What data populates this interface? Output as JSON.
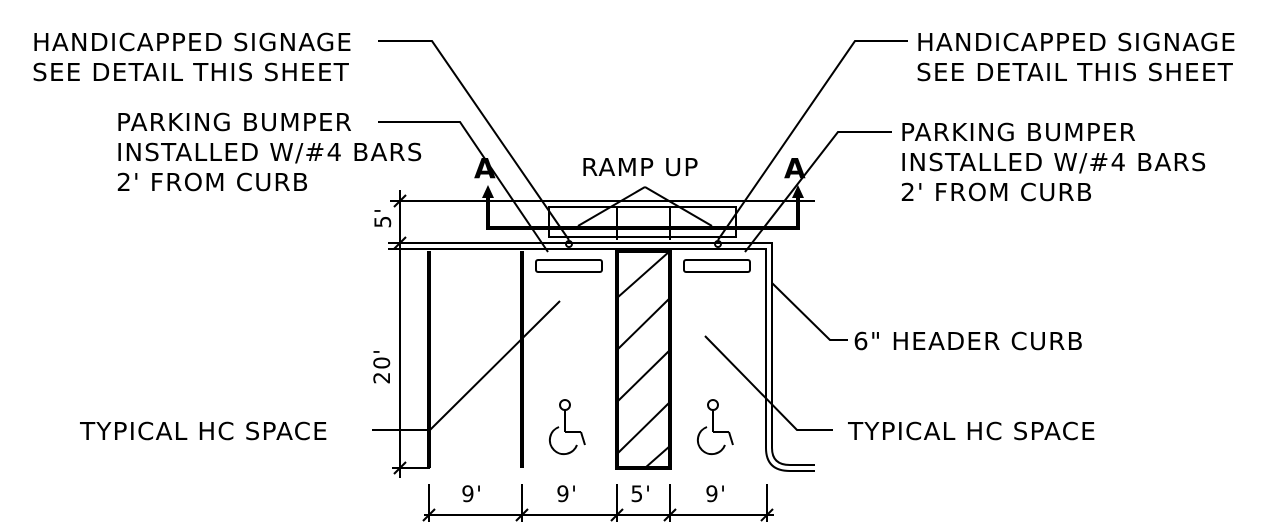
{
  "labels": {
    "signage_left_1": "HANDICAPPED SIGNAGE",
    "signage_left_2": "SEE DETAIL THIS SHEET",
    "signage_right_1": "HANDICAPPED SIGNAGE",
    "signage_right_2": "SEE DETAIL THIS SHEET",
    "bumper_left_1": "PARKING BUMPER",
    "bumper_left_2": "INSTALLED W/#4 BARS",
    "bumper_left_3": "2' FROM CURB",
    "bumper_right_1": "PARKING BUMPER",
    "bumper_right_2": "INSTALLED W/#4 BARS",
    "bumper_right_3": "2' FROM CURB",
    "ramp": "RAMP UP",
    "header_curb": "6\" HEADER CURB",
    "hc_space_left": "TYPICAL HC SPACE",
    "hc_space_right": "TYPICAL HC SPACE",
    "section_left": "A",
    "section_right": "A"
  },
  "dimensions": {
    "width_1": "9'",
    "width_2": "9'",
    "aisle": "5'",
    "width_3": "9'",
    "depth": "20'",
    "sidewalk": "5'"
  },
  "icons": [
    "wheelchair-icon",
    "wheelchair-icon"
  ]
}
